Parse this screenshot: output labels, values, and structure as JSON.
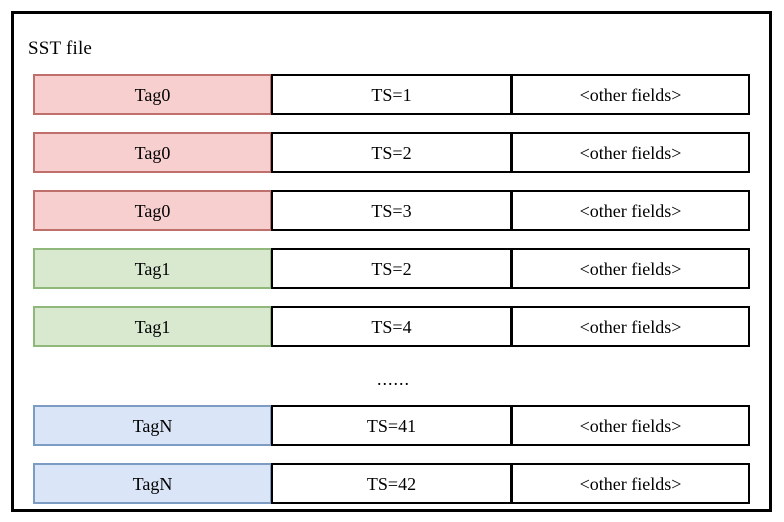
{
  "diagram": {
    "title": "SST file",
    "columns": [
      "tag",
      "timestamp",
      "other"
    ],
    "rows": [
      {
        "type": "record",
        "tag": "Tag0",
        "color": "pink",
        "ts": "TS=1",
        "other": "<other fields>"
      },
      {
        "type": "record",
        "tag": "Tag0",
        "color": "pink",
        "ts": "TS=2",
        "other": "<other fields>"
      },
      {
        "type": "record",
        "tag": "Tag0",
        "color": "pink",
        "ts": "TS=3",
        "other": "<other fields>"
      },
      {
        "type": "record",
        "tag": "Tag1",
        "color": "green",
        "ts": "TS=2",
        "other": "<other fields>"
      },
      {
        "type": "record",
        "tag": "Tag1",
        "color": "green",
        "ts": "TS=4",
        "other": "<other fields>"
      },
      {
        "type": "ellipsis",
        "text": "......"
      },
      {
        "type": "record",
        "tag": "TagN",
        "color": "blue",
        "ts": "TS=41",
        "other": "<other fields>"
      },
      {
        "type": "record",
        "tag": "TagN",
        "color": "blue",
        "ts": "TS=42",
        "other": "<other fields>"
      }
    ]
  },
  "colors": {
    "frame_border": "#000000",
    "cell_border": "#000000",
    "pink_fill": "#f8cfcf",
    "pink_border": "#c0706c",
    "green_fill": "#d8e9d0",
    "green_border": "#8fb87a",
    "blue_fill": "#dae6f7",
    "blue_border": "#7c9cc4",
    "background": "#ffffff",
    "text": "#000000"
  }
}
